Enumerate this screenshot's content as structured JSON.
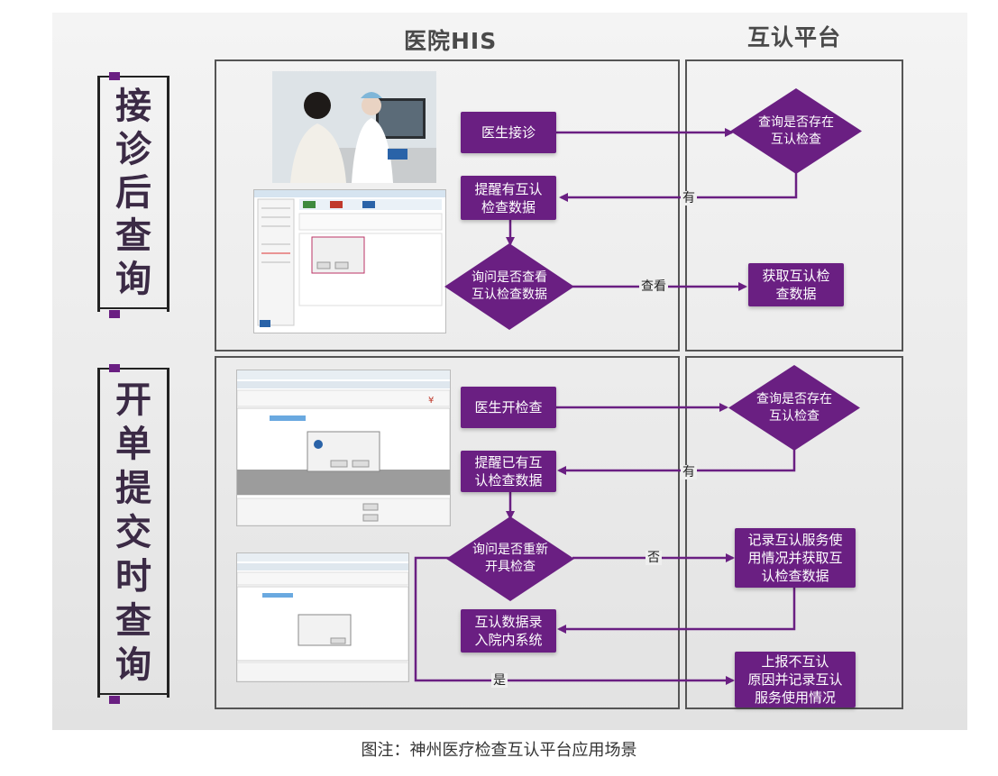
{
  "headers": {
    "his": "医院HIS",
    "platform": "互认平台"
  },
  "sides": {
    "top": [
      "接",
      "诊",
      "后",
      "查",
      "询"
    ],
    "bottom": [
      "开",
      "单",
      "提",
      "交",
      "时",
      "查",
      "询"
    ]
  },
  "top": {
    "doctor_visit": "医生接诊",
    "reminder": "提醒有互认\n检查数据",
    "ask_view": "询问是否查看\n互认检查数据",
    "query": "查询是否存在\n互认检查",
    "fetch": "获取互认检\n查数据",
    "label_yes": "有",
    "label_view": "查看"
  },
  "bottom": {
    "doctor_order": "医生开检查",
    "reminder": "提醒已有互\n认检查数据",
    "ask_reissue": "询问是否重新\n开具检查",
    "query": "查询是否存在\n互认检查",
    "record_fetch": "记录互认服务使\n用情况并获取互\n认检查数据",
    "enter": "互认数据录\n入院内系统",
    "report": "上报不互认\n原因并记录互认\n服务使用情况",
    "label_yes": "有",
    "label_no": "否",
    "label_is": "是"
  },
  "caption": "图注：神州医疗检查互认平台应用场景",
  "colors": {
    "purple": "#6a1f82",
    "border": "#555555"
  }
}
